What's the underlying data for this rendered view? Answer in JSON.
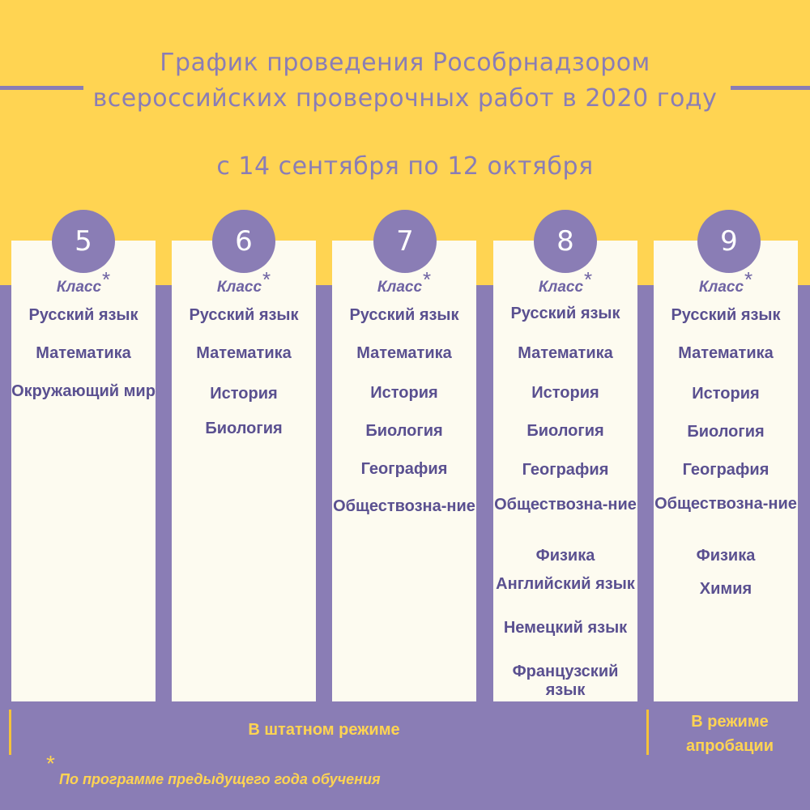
{
  "header": {
    "title_line1": "График проведения Рособрнадзором",
    "title_line2": "всероссийских проверочных работ в 2020 году",
    "date_range": "с 14 сентября по 12 октября"
  },
  "class_label": "Класс",
  "asterisk": "*",
  "columns": [
    {
      "number": "5",
      "subjects": [
        "Русский язык",
        "Математика",
        "Окружающий мир"
      ]
    },
    {
      "number": "6",
      "subjects": [
        "Русский язык",
        "Математика",
        "История",
        "Биология"
      ]
    },
    {
      "number": "7",
      "subjects": [
        "Русский язык",
        "Математика",
        "История",
        "Биология",
        "География",
        "Обществозна-ние"
      ]
    },
    {
      "number": "8",
      "subjects": [
        "Русский язык",
        "Математика",
        "История",
        "Биология",
        "География",
        "Обществозна-ние",
        "Физика",
        "Английский язык",
        "Немецкий язык",
        "Французский язык"
      ]
    },
    {
      "number": "9",
      "subjects": [
        "Русский язык",
        "Математика",
        "История",
        "Биология",
        "География",
        "Обществозна-ние",
        "Физика",
        "Химия"
      ]
    }
  ],
  "footer": {
    "regular_mode": "В штатном режиме",
    "trial_mode_line1": "В режиме",
    "trial_mode_line2": "апробации",
    "footnote": "По программе предыдущего года обучения"
  },
  "colors": {
    "yellow": "#ffd452",
    "purple": "#8a7db5",
    "card": "#fdfbf0",
    "text_dark_purple": "#5a5090"
  }
}
